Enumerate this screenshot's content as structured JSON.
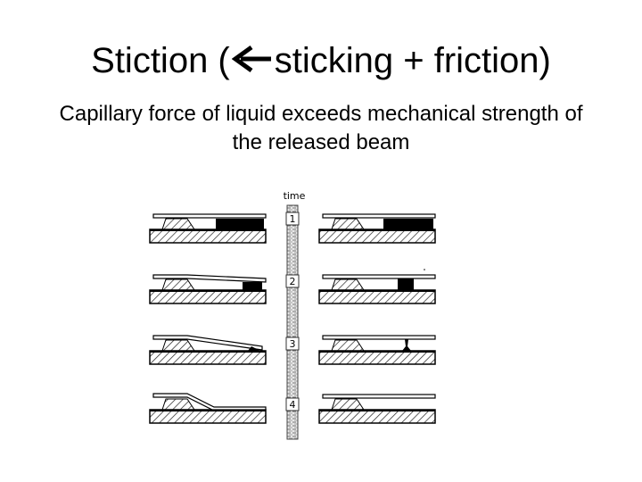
{
  "slide": {
    "title_prefix": "Stiction (",
    "title_arrow_icon": "left-arrow-icon",
    "title_suffix": "sticking + friction)",
    "subtitle": "Capillary force of liquid exceeds mechanical strength of the released beam"
  },
  "figure": {
    "time_label": "time",
    "steps": [
      "1",
      "2",
      "3",
      "4"
    ]
  }
}
